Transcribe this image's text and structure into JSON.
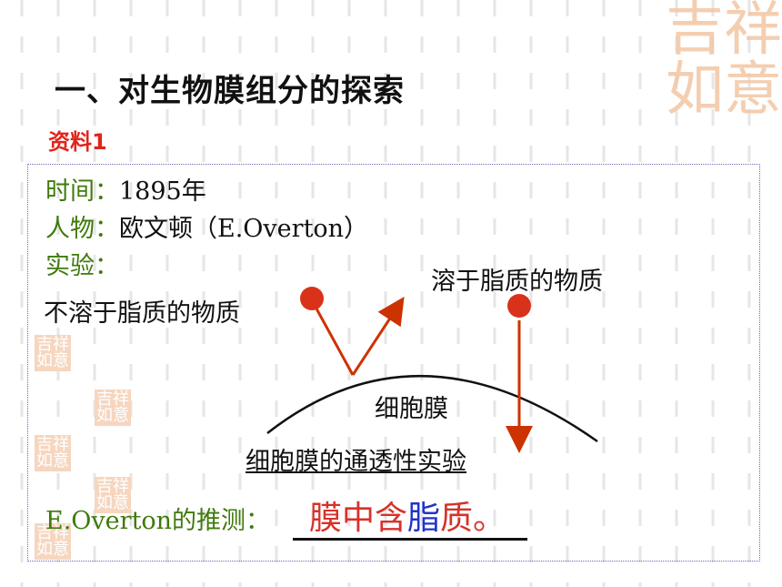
{
  "title": "一、对生物膜组分的探索",
  "subtitle": "资料1",
  "info": {
    "time_label": "时间：",
    "time_value": "1895年",
    "person_label": "人物：",
    "person_value": "欧文顿（E.Overton）",
    "experiment_label": "实验："
  },
  "diagram": {
    "insoluble_label": "不溶于脂质的物质",
    "soluble_label": "溶于脂质的物质",
    "membrane_label": "细胞膜",
    "experiment_title": "细胞膜的通透性实验"
  },
  "conclusion": {
    "prefix": "E.Overton的推测：",
    "part1": "膜中含",
    "part2": "脂",
    "part3": "质。"
  },
  "colors": {
    "title_red": "#e0251b",
    "label_green": "#3f7a0c",
    "arrow": "#cc3300",
    "dot": "#d8321b",
    "answer_red": "#d6322a",
    "answer_blue": "#2233c8"
  }
}
